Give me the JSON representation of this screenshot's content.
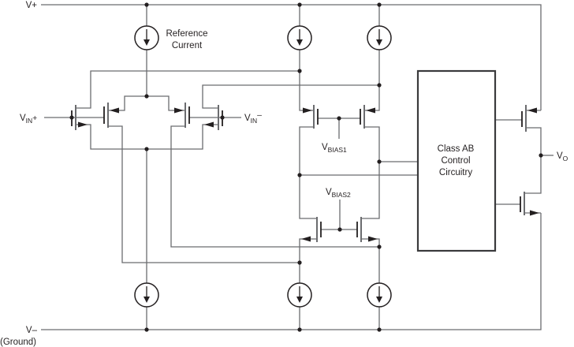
{
  "colors": {
    "background": "#ffffff",
    "wire": "#6b6c6f",
    "ink": "#231f20",
    "box": "#3a3a3c"
  },
  "labels": {
    "vplus": "V+",
    "vminus": "V–",
    "ground": "(Ground)",
    "reference_current": {
      "line1": "Reference",
      "line2": "Current"
    },
    "vin_plus": {
      "base": "V",
      "sub": "IN",
      "suffix": "+"
    },
    "vin_minus": {
      "base": "V",
      "sub": "IN",
      "suffix": "–"
    },
    "vbias1": {
      "base": "V",
      "sub": "BIAS1"
    },
    "vbias2": {
      "base": "V",
      "sub": "BIAS2"
    },
    "class_ab_box": {
      "line1": "Class AB",
      "line2": "Control",
      "line3": "Circuitry"
    },
    "vout": {
      "base": "V",
      "sub": "O"
    }
  }
}
